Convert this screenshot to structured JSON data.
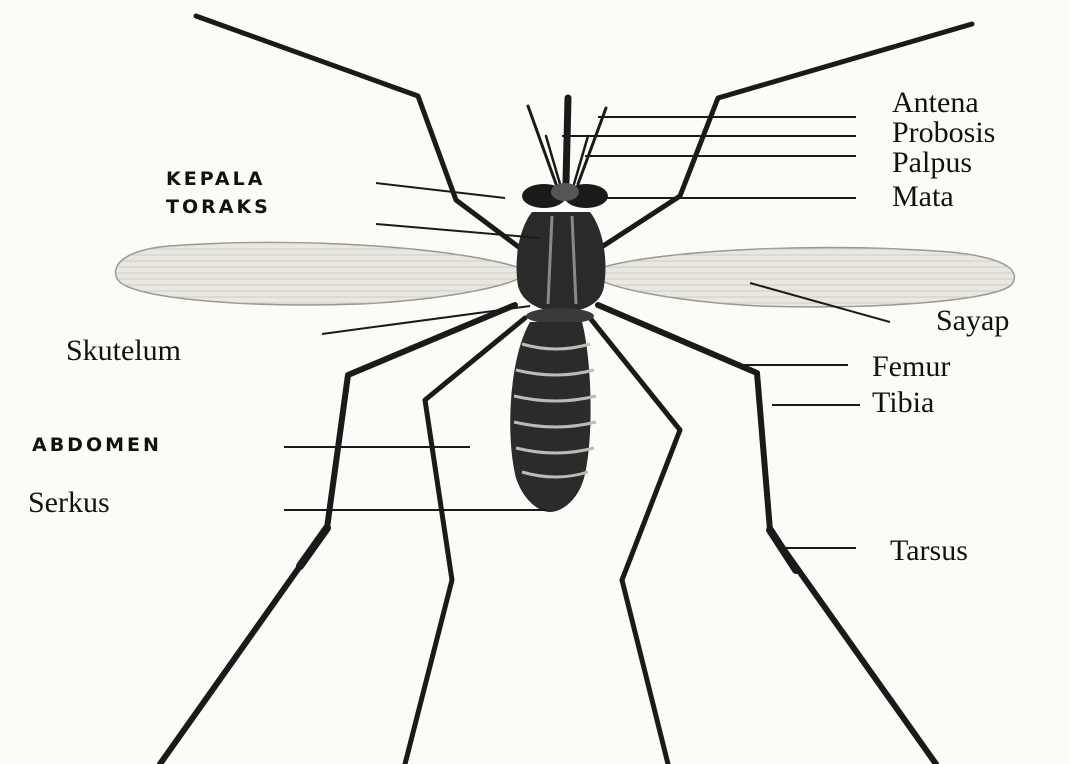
{
  "labels": {
    "antena": "Antena",
    "probosis": "Probosis",
    "palpus": "Palpus",
    "mata": "Mata",
    "kepala": "KEPALA",
    "toraks": "TORAKS",
    "sayap": "Sayap",
    "skutelum": "Skutelum",
    "femur": "Femur",
    "tibia": "Tibia",
    "abdomen": "ABDOMEN",
    "serkus": "Serkus",
    "tarsus": "Tarsus"
  },
  "colors": {
    "ink": "#1a1a1a",
    "wing": "#e9e8e0",
    "paper": "#fbfbf8"
  }
}
